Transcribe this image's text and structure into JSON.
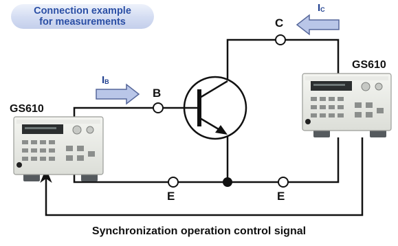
{
  "badge": {
    "line1": "Connection example",
    "line2": "for measurements"
  },
  "devices": {
    "left_label": "GS610",
    "right_label": "GS610"
  },
  "nodes": {
    "base": "B",
    "collector": "C",
    "emitter_left": "E",
    "emitter_right": "E"
  },
  "currents": {
    "base": {
      "main": "I",
      "sub": "B"
    },
    "collector": {
      "main": "I",
      "sub": "C"
    }
  },
  "caption": "Synchronization operation control signal",
  "colors": {
    "arrow_fill": "#b9c6e8",
    "arrow_stroke": "#56679a",
    "badge_text": "#2b4fa5",
    "current_text": "#1f3f8f"
  }
}
